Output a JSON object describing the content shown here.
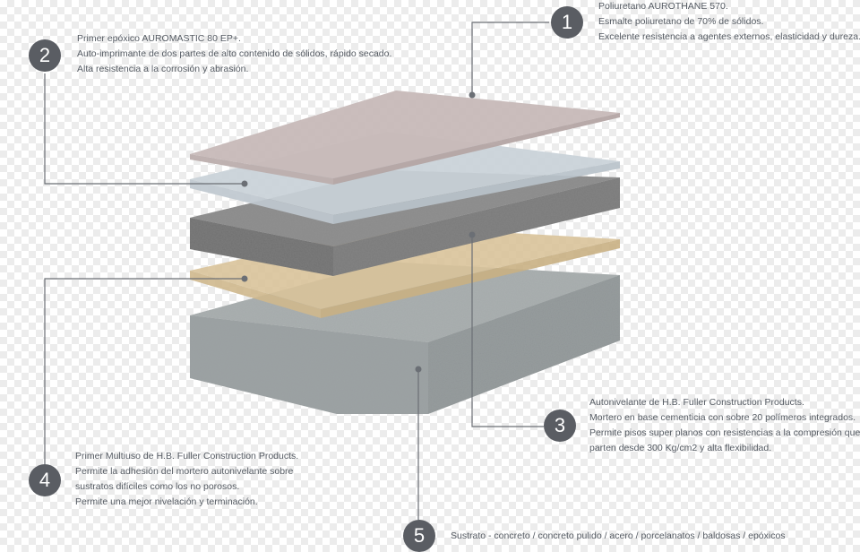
{
  "callouts": [
    {
      "number": "1",
      "lines": [
        "Poliuretano AUROTHANE 570.",
        "Esmalte poliuretano de 70% de sólidos.",
        "Excelente resistencia a agentes externos, elasticidad y dureza."
      ]
    },
    {
      "number": "2",
      "lines": [
        "Primer epóxico AUROMASTIC 80 EP+.",
        "Auto-imprimante de dos partes de alto contenido de sólidos, rápido secado.",
        "Alta resistencia a la corrosión y abrasión."
      ]
    },
    {
      "number": "3",
      "lines": [
        "Autonivelante de H.B. Fuller Construction Products.",
        "Mortero en base cementicia con sobre 20 polímeros integrados.",
        "Permite pisos super planos con resistencias a la compresión que",
        "parten desde 300 Kg/cm2 y alta flexibilidad."
      ]
    },
    {
      "number": "4",
      "lines": [
        "Primer Multiuso de H.B. Fuller Construction Products.",
        "Permite la adhesión del mortero autonivelante sobre",
        "sustratos difíciles como los no porosos.",
        "Permite una mejor nivelación y terminación."
      ]
    },
    {
      "number": "5",
      "lines": [
        "Sustrato - concreto / concreto pulido / acero / porcelanatos / baldosas / epóxicos"
      ]
    }
  ],
  "colors": {
    "badge": "#5a5d63",
    "leader": "#6b6f75",
    "polyurethane": "#c7b9b8",
    "epoxy_primer": "#c9d1d8",
    "self_leveling": "#8a8a8a",
    "multipurpose_primer": "#d9c39a",
    "substrate": "#9ea4a4"
  }
}
